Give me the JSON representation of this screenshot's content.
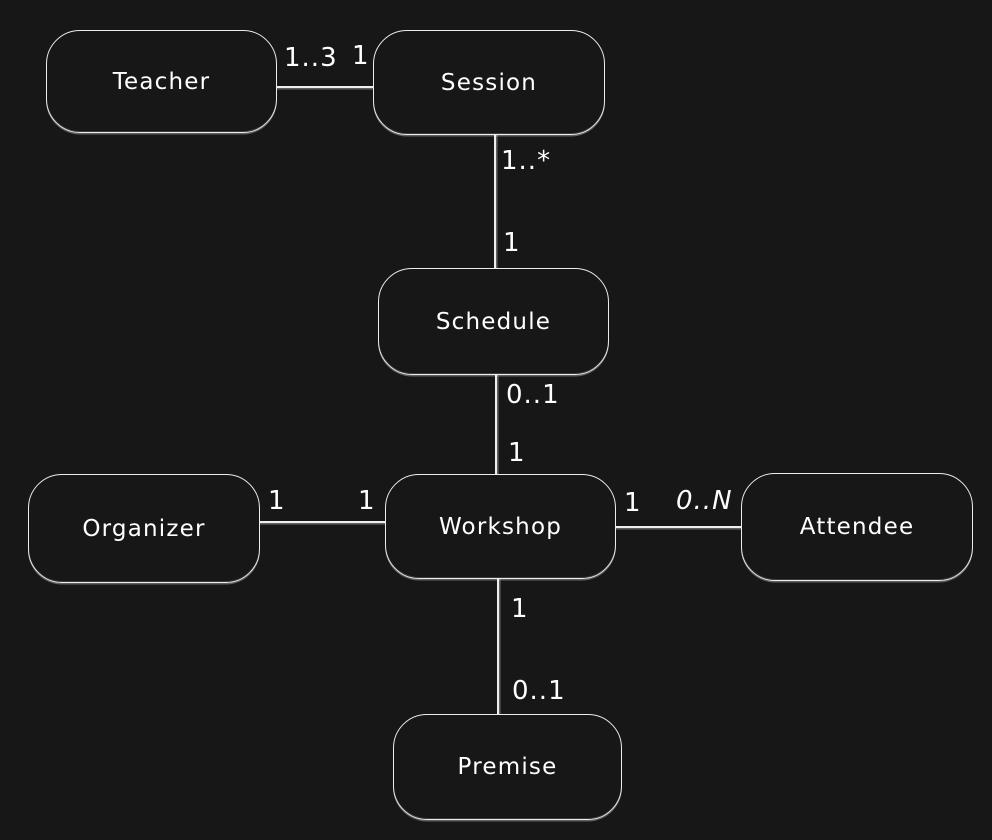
{
  "diagram": {
    "type": "entity-relationship",
    "background_color": "#171717",
    "stroke_color": "#ececec",
    "text_color": "#ffffff"
  },
  "entities": [
    {
      "id": "teacher",
      "label": "Teacher"
    },
    {
      "id": "session",
      "label": "Session"
    },
    {
      "id": "schedule",
      "label": "Schedule"
    },
    {
      "id": "organizer",
      "label": "Organizer"
    },
    {
      "id": "workshop",
      "label": "Workshop"
    },
    {
      "id": "attendee",
      "label": "Attendee"
    },
    {
      "id": "premise",
      "label": "Premise"
    }
  ],
  "relationships": [
    {
      "from": "Teacher",
      "to": "Session",
      "from_cardinality": "1..3",
      "to_cardinality": "1"
    },
    {
      "from": "Session",
      "to": "Schedule",
      "from_cardinality": "1..*",
      "to_cardinality": "1"
    },
    {
      "from": "Schedule",
      "to": "Workshop",
      "from_cardinality": "0..1",
      "to_cardinality": "1"
    },
    {
      "from": "Organizer",
      "to": "Workshop",
      "from_cardinality": "1",
      "to_cardinality": "1"
    },
    {
      "from": "Workshop",
      "to": "Attendee",
      "from_cardinality": "1",
      "to_cardinality": "0..N"
    },
    {
      "from": "Workshop",
      "to": "Premise",
      "from_cardinality": "1",
      "to_cardinality": "0..1"
    }
  ]
}
